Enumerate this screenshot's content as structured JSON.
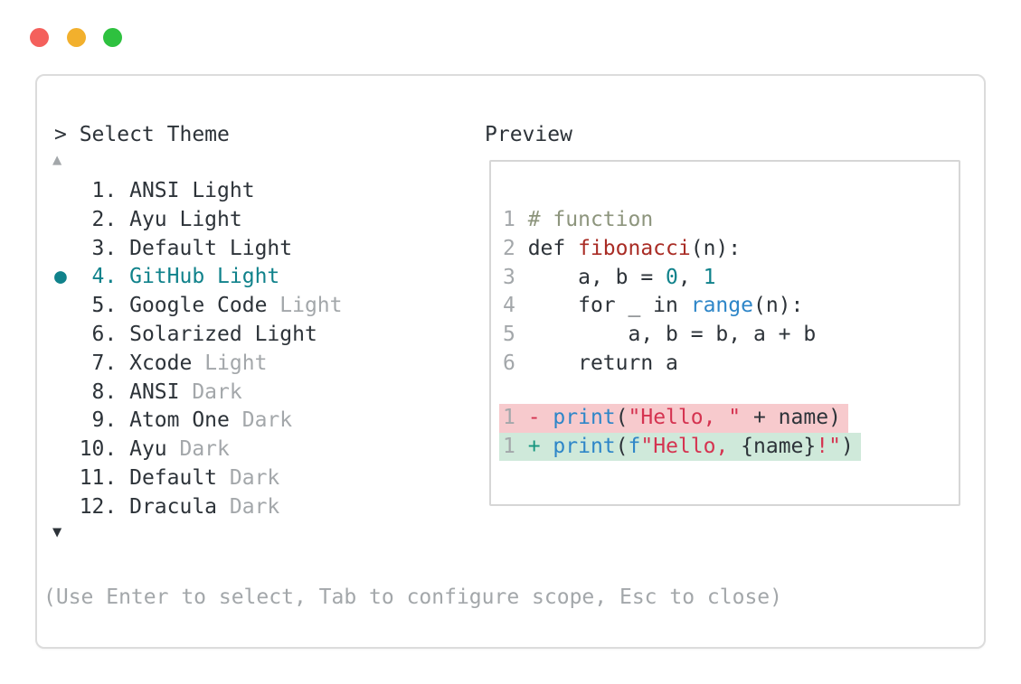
{
  "colors": {
    "text": "#2d3339",
    "muted": "#a3a7aa",
    "teal": "#10828b",
    "blue": "#2e86c8",
    "brick": "#a92c25",
    "crimson": "#d53350",
    "plus": "#17967f",
    "comment": "#8d957d",
    "diff_red_bg": "#f7cacd",
    "diff_green_bg": "#cfe9da",
    "panel_border": "#dcdcdc",
    "box_border": "#d6d6d6",
    "tl_red": "#f4605c",
    "tl_yellow": "#f2b02d",
    "tl_green": "#2ec13f"
  },
  "window": {
    "buttons": [
      "close",
      "minimize",
      "maximize"
    ]
  },
  "selector": {
    "prompt": "> Select Theme",
    "scroll_up_indicator": "▲",
    "scroll_down_indicator": "▼",
    "selected_marker": "●",
    "items": [
      {
        "number": "1",
        "name": "ANSI Light",
        "suffix": "",
        "selected": false
      },
      {
        "number": "2",
        "name": "Ayu Light",
        "suffix": "",
        "selected": false
      },
      {
        "number": "3",
        "name": "Default Light",
        "suffix": "",
        "selected": false
      },
      {
        "number": "4",
        "name": "GitHub Light",
        "suffix": "",
        "selected": true
      },
      {
        "number": "5",
        "name": "Google Code",
        "suffix": "Light",
        "selected": false
      },
      {
        "number": "6",
        "name": "Solarized Light",
        "suffix": "",
        "selected": false
      },
      {
        "number": "7",
        "name": "Xcode",
        "suffix": "Light",
        "selected": false
      },
      {
        "number": "8",
        "name": "ANSI",
        "suffix": "Dark",
        "selected": false
      },
      {
        "number": "9",
        "name": "Atom One",
        "suffix": "Dark",
        "selected": false
      },
      {
        "number": "10",
        "name": "Ayu",
        "suffix": "Dark",
        "selected": false
      },
      {
        "number": "11",
        "name": "Default",
        "suffix": "Dark",
        "selected": false
      },
      {
        "number": "12",
        "name": "Dracula",
        "suffix": "Dark",
        "selected": false
      }
    ],
    "hint": "(Use Enter to select, Tab to configure scope, Esc to close)"
  },
  "preview": {
    "title": "Preview",
    "lines": [
      {
        "num": "1",
        "tokens": [
          [
            "# function",
            "comment"
          ]
        ]
      },
      {
        "num": "2",
        "tokens": [
          [
            "def ",
            "plain"
          ],
          [
            "fibonacci",
            "func"
          ],
          [
            "(n):",
            "plain"
          ]
        ]
      },
      {
        "num": "3",
        "tokens": [
          [
            "    a, b = ",
            "plain"
          ],
          [
            "0",
            "num"
          ],
          [
            ", ",
            "plain"
          ],
          [
            "1",
            "num"
          ]
        ]
      },
      {
        "num": "4",
        "tokens": [
          [
            "    for _ in ",
            "plain"
          ],
          [
            "range",
            "blue"
          ],
          [
            "(n):",
            "plain"
          ]
        ]
      },
      {
        "num": "5",
        "tokens": [
          [
            "        a, b = b, a + b",
            "plain"
          ]
        ]
      },
      {
        "num": "6",
        "tokens": [
          [
            "    return a",
            "plain"
          ]
        ]
      },
      {
        "blank": true
      },
      {
        "num": "1",
        "diff": "removed",
        "tokens": [
          [
            "- ",
            "minus"
          ],
          [
            "print",
            "blue"
          ],
          [
            "(",
            "plain"
          ],
          [
            "\"Hello, \"",
            "str"
          ],
          [
            " + name)",
            "plain"
          ]
        ]
      },
      {
        "num": "1",
        "diff": "added",
        "tokens": [
          [
            "+ ",
            "plus"
          ],
          [
            "print",
            "blue"
          ],
          [
            "(",
            "plain"
          ],
          [
            "f",
            "blue"
          ],
          [
            "\"Hello, ",
            "str"
          ],
          [
            "{name}",
            "plain"
          ],
          [
            "!\"",
            "str"
          ],
          [
            ")",
            "plain"
          ]
        ]
      }
    ]
  }
}
